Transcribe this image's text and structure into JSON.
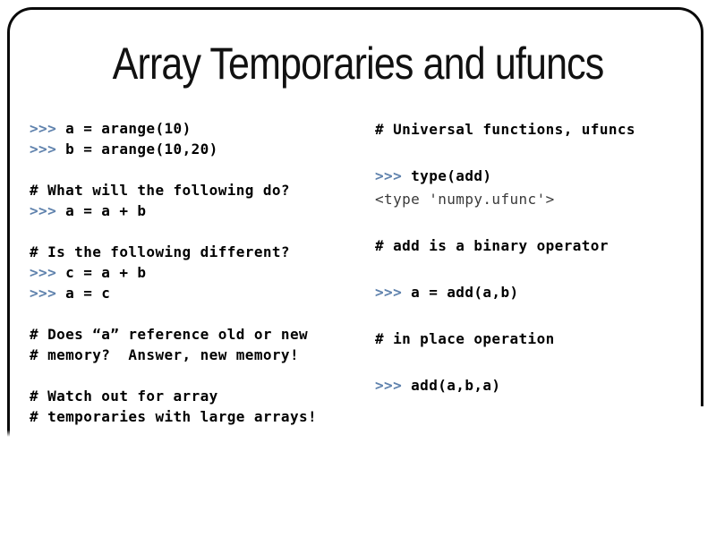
{
  "slide": {
    "title": "Array Temporaries and ufuncs",
    "colors": {
      "background": "#ffffff",
      "border": "#0a0a0a",
      "title_text": "#111111",
      "prompt_blue": "#5f82ad",
      "code_text": "#000000",
      "output_text": "#3a3a3a"
    },
    "left_column": {
      "lines": [
        {
          "kind": "code",
          "prompt": ">>>",
          "text": "a = arange(10)"
        },
        {
          "kind": "code",
          "prompt": ">>>",
          "text": "b = arange(10,20)"
        },
        {
          "kind": "blank"
        },
        {
          "kind": "comment",
          "text": "# What will the following do?"
        },
        {
          "kind": "code",
          "prompt": ">>>",
          "text": "a = a + b"
        },
        {
          "kind": "blank"
        },
        {
          "kind": "comment",
          "text": "# Is the following different?"
        },
        {
          "kind": "code",
          "prompt": ">>>",
          "text": "c = a + b"
        },
        {
          "kind": "code",
          "prompt": ">>>",
          "text": "a = c"
        },
        {
          "kind": "blank"
        },
        {
          "kind": "comment",
          "text": "# Does “a” reference old or new"
        },
        {
          "kind": "comment",
          "text": "# memory?  Answer, new memory!"
        },
        {
          "kind": "blank"
        },
        {
          "kind": "comment",
          "text": "# Watch out for array"
        },
        {
          "kind": "comment",
          "text": "# temporaries with large arrays!"
        }
      ]
    },
    "right_column": {
      "lines": [
        {
          "kind": "comment",
          "text": "# Universal functions, ufuncs"
        },
        {
          "kind": "blank"
        },
        {
          "kind": "code",
          "prompt": ">>>",
          "text": "type(add)"
        },
        {
          "kind": "output",
          "text": "<type 'numpy.ufunc'>"
        },
        {
          "kind": "blank"
        },
        {
          "kind": "comment",
          "text": "# add is a binary operator"
        },
        {
          "kind": "blank"
        },
        {
          "kind": "code",
          "prompt": ">>>",
          "text": "a = add(a,b)"
        },
        {
          "kind": "blank"
        },
        {
          "kind": "comment",
          "text": "# in place operation"
        },
        {
          "kind": "blank"
        },
        {
          "kind": "code",
          "prompt": ">>>",
          "text": "add(a,b,a)"
        }
      ]
    }
  }
}
